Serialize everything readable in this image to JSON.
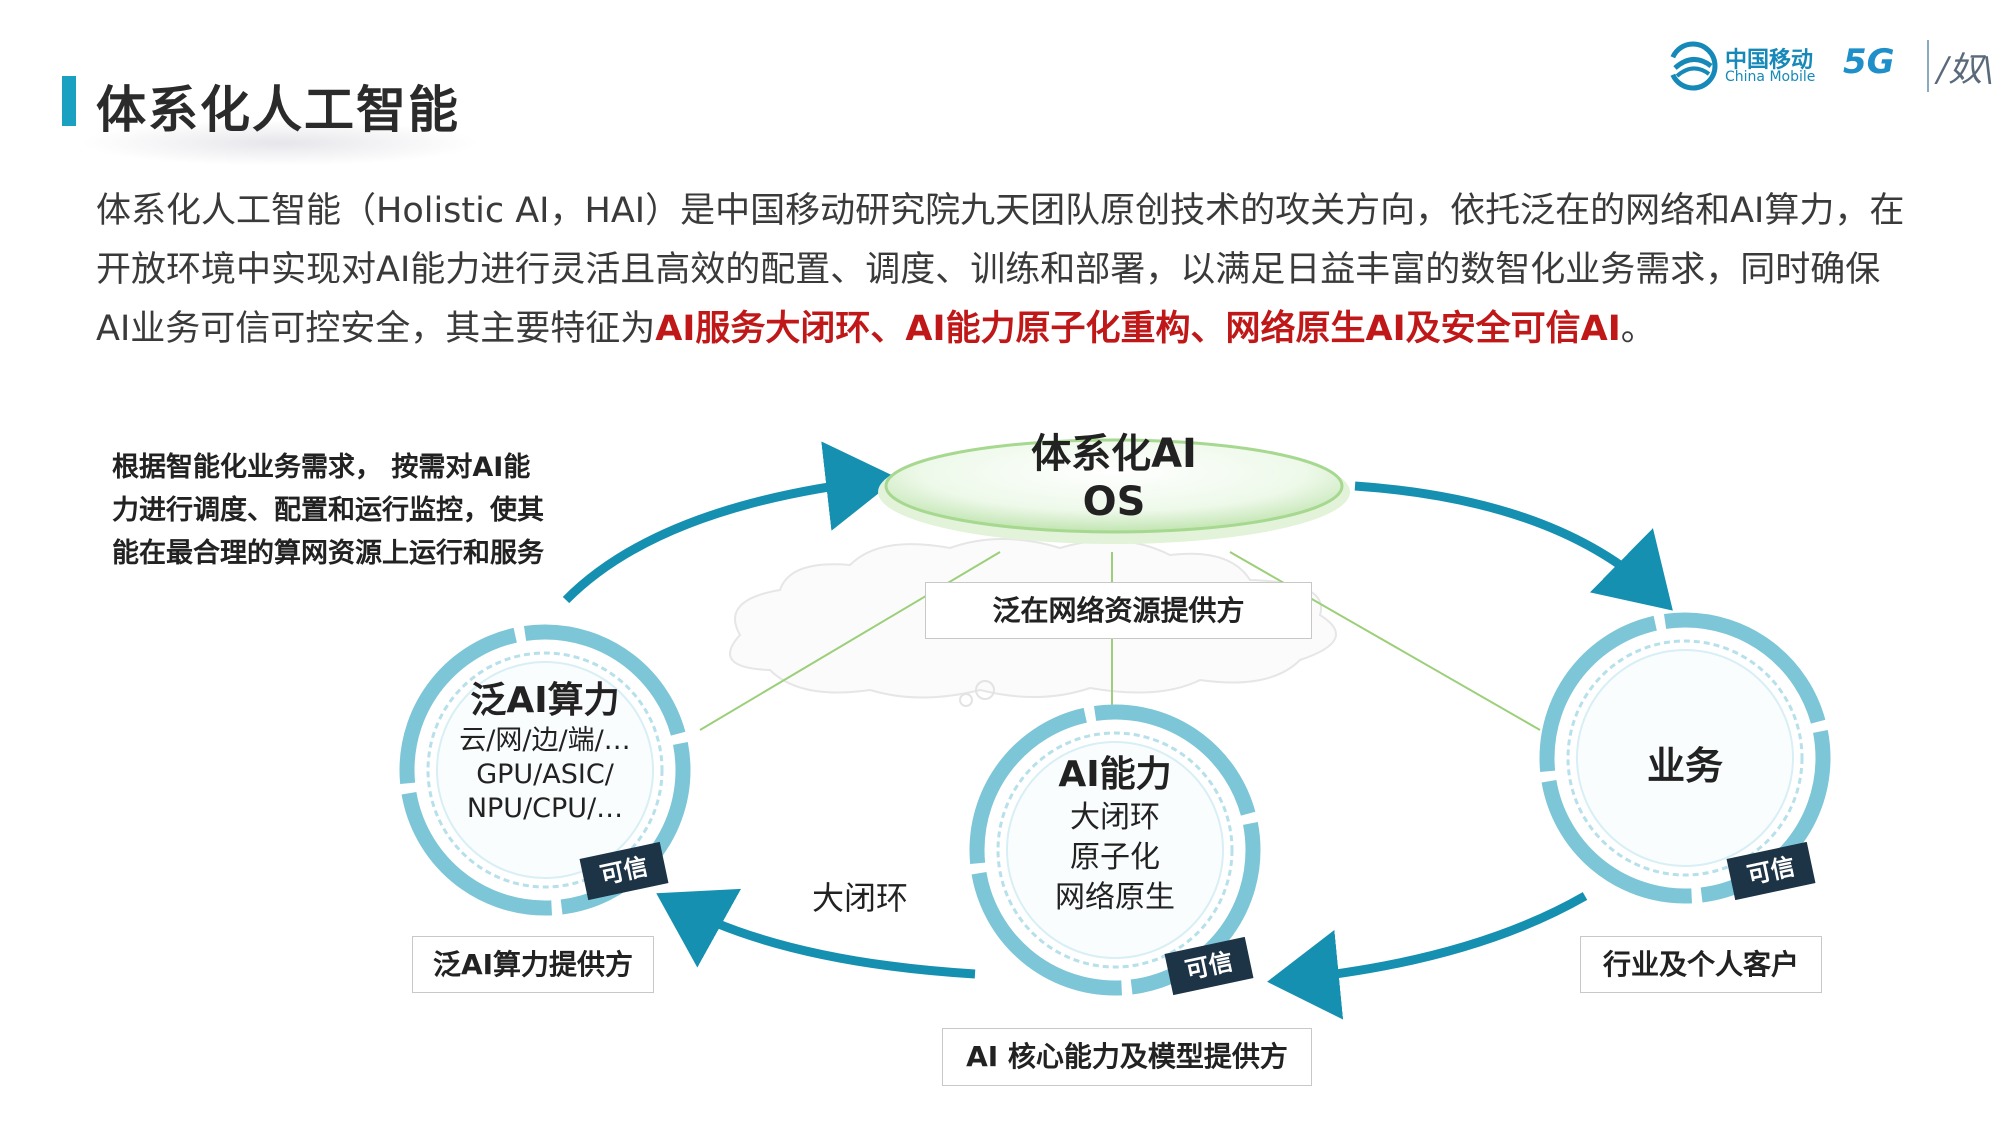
{
  "slide": {
    "title": "体系化人工智能",
    "logo": {
      "cn": "中国移动",
      "en": "China Mobile",
      "fiveg": "5G",
      "mark": "/奴\\"
    },
    "intro": {
      "part1": "体系化人工智能（Holistic AI，HAI）是中国移动研究院九天团队原创技术的攻关方向，依托泛在的网络和AI算力，在开放环境中实现对AI能力进行灵活且高效的配置、调度、训练和部署，以满足日益丰富的数智化业务需求，同时确保AI业务可信可控安全，其主要特征为",
      "highlight": "AI服务大闭环、AI能力原子化重构、网络原生AI及安全可信AI",
      "end": "。"
    },
    "left_note": "根据智能化业务需求， 按需对AI能力进行调度、配置和运行监控，使其能在最合理的算网资源上运行和服务"
  },
  "diagram": {
    "os": {
      "line1": "体系化AI",
      "line2": "OS"
    },
    "network_label": "泛在网络资源提供方",
    "compute": {
      "title": "泛AI算力",
      "line1": "云/网/边/端/…",
      "line2": "GPU/ASIC/",
      "line3": "NPU/CPU/…",
      "badge": "可信"
    },
    "ability": {
      "title": "AI能力",
      "line1": "大闭环",
      "line2": "原子化",
      "line3": "网络原生",
      "badge": "可信"
    },
    "business": {
      "title": "业务",
      "badge": "可信"
    },
    "loop_label": "大闭环",
    "provider_compute": "泛AI算力提供方",
    "provider_ability": "AI 核心能力及模型提供方",
    "provider_business": "行业及个人客户",
    "colors": {
      "ring": "#7cc6d8",
      "arrow": "#1690b0",
      "green": "#9ccf7a",
      "highlight": "#c01818",
      "badge": "#1d3346"
    }
  }
}
